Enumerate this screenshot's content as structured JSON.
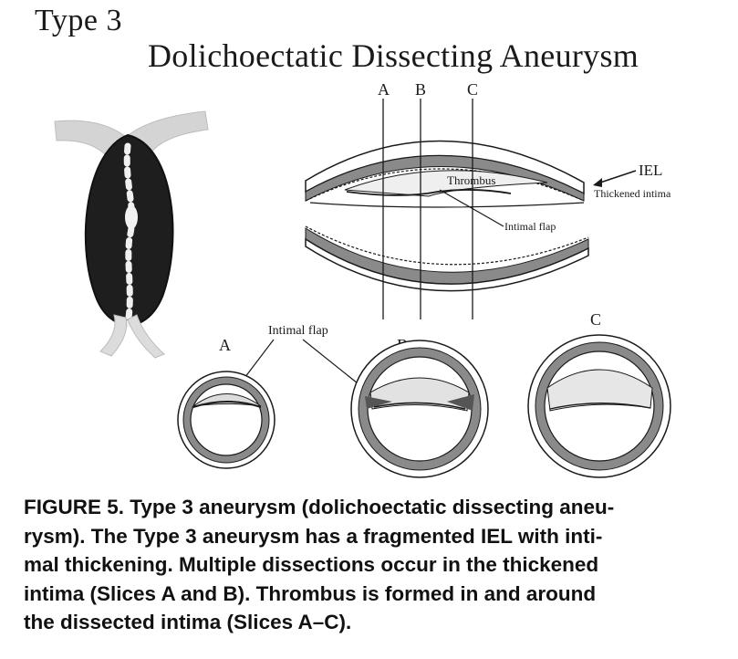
{
  "figure": {
    "type_label": "Type 3",
    "title": "Dolichoectatic Dissecting Aneurysm",
    "slice_markers": [
      "A",
      "B",
      "C"
    ],
    "annotations": {
      "thrombus": "Thrombus",
      "iel": "IEL",
      "thickened_intima": "Thickened intima",
      "intimal_flap_long": "Intimal flap",
      "intimal_flap_cross": "Intimal flap"
    },
    "cross_section_labels": [
      "A",
      "B",
      "C"
    ]
  },
  "caption": {
    "lines": [
      "FIGURE 5. Type 3 aneurysm (dolichoectatic dissecting aneu-",
      "rysm). The Type 3 aneurysm has a fragmented IEL with inti-",
      "mal thickening. Multiple dissections occur in the thickened",
      "intima (Slices A and B). Thrombus is formed in and around",
      "the dissected intima (Slices A–C)."
    ]
  },
  "colors": {
    "ink": "#1a1a1a",
    "vessel_wall_gray": "#8a8a8a",
    "angiogram_dark": "#1e1e1e",
    "vessel_light": "#d9d9d9"
  }
}
